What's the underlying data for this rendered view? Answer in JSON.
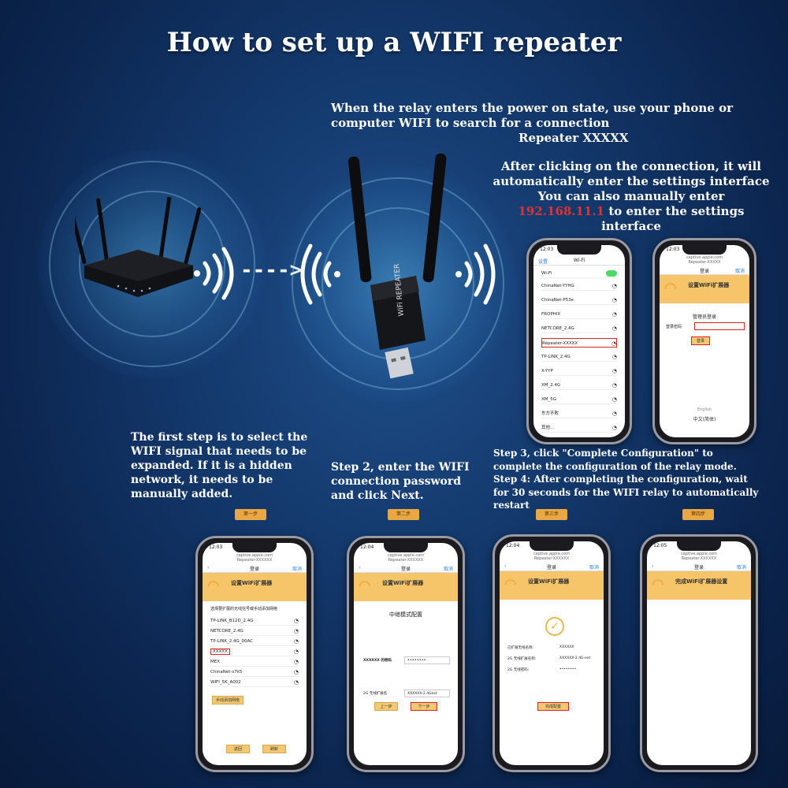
{
  "title": "How to set up a WIFI repeater",
  "intro": {
    "line1": "When the relay enters the power on state, use your phone or",
    "line2": "computer WIFI to search for a connection",
    "line3": "Repeater XXXXX",
    "line4": "After clicking on the connection, it will",
    "line5": "automatically enter the settings interface",
    "line6": "You can also manually enter",
    "ip": "192.168.11.1",
    "line7": " to enter the settings",
    "line8": "interface"
  },
  "arrow": "---->",
  "device_label": "WiFi REPEATER",
  "steps": {
    "step1": [
      "The first step is to select the",
      "WIFI signal that needs to be",
      "expanded. If it is a hidden",
      "network, it needs to be",
      "manually added."
    ],
    "step2": [
      "Step 2, enter the WIFI",
      "connection password",
      "and click Next."
    ],
    "step34": [
      "Step 3, click \"Complete Configuration\" to",
      "complete the configuration of the relay mode.",
      "Step 4: After completing the configuration, wait",
      "for 30 seconds for the WIFI relay to automatically",
      "restart"
    ]
  },
  "badges": [
    "第一步",
    "第二步",
    "第三步",
    "第四步"
  ],
  "phones": {
    "wifi_list": {
      "time": "12:03",
      "back": "设置",
      "nav": "Wi-Fi",
      "networks": [
        "ChinaNet-YYHG",
        "ChinaNet-P53e",
        "FROPHIX",
        "NETCORE_2.4G",
        "Repeater-XXXXX",
        "TP-LINK_2.4G",
        "X-YYP",
        "XM_2.4G",
        "XM_5G",
        "东方不败",
        "其他..."
      ]
    },
    "login": {
      "time": "12:03",
      "url": "captive.apple.com",
      "url2": "Repeater-XXXXX",
      "nav": "登录",
      "right": "取消",
      "banner_title": "设置WiFi扩展器",
      "heading": "管理员登录",
      "field": "登录密码",
      "btn": "登录",
      "lang1": "English",
      "lang2": "中文(简体)"
    },
    "step1": {
      "time": "12:03",
      "url": "captive.apple.com",
      "url2": "Repeater-XXXXXX",
      "nav": "登录",
      "right": "取消",
      "banner_title": "设置WiFi扩展器",
      "heading": "选择要扩展的无线信号或手动添加网络",
      "networks": [
        "TP-LINK_B12D_2.4G",
        "NETCORE_2.4G",
        "TP-LINK_2.4G_00AC",
        "XXXXX",
        "MEX",
        "ChinaNet-s7k5",
        "WIFI_5K_A002"
      ],
      "add_btn": "手动添加网络",
      "btn_left": "返回",
      "btn_right": "刷新"
    },
    "step2": {
      "time": "12:04",
      "url": "captive.apple.com",
      "url2": "Repeater-XXXXXX",
      "nav": "登录",
      "right": "取消",
      "banner_title": "设置WiFi扩展器",
      "heading": "中继模式配置",
      "ssid_label": "XXXXXX 的密码",
      "pwd_value": "••••••••",
      "ext_label": "2G 无线扩展名",
      "ext_value": "XXXXXX-2.4Gext",
      "btn_back": "上一步",
      "btn_next": "下一步"
    },
    "step3": {
      "time": "12:04",
      "url": "captive.apple.com",
      "url2": "Repeater-XXXXXX",
      "nav": "登录",
      "right": "取消",
      "banner_title": "设置WiFi扩展器",
      "row1_label": "已扩展无线名称:",
      "row1_value": "XXXXXX",
      "row2_label": "2G 无线扩展名称:",
      "row2_value": "XXXXXX-2.4G-ext",
      "row3_label": "2G 无线密码:",
      "row3_value": "••••••••",
      "btn": "完成配置"
    },
    "step4": {
      "time": "12:05",
      "url": "captive.apple.com",
      "url2": "Repeater-XXXXXX",
      "nav": "登录",
      "right": "取消",
      "banner_title": "完成WiFi扩展器设置"
    }
  },
  "colors": {
    "background": "#143a6e",
    "ip": "#e53030",
    "banner": "#f6c56a",
    "badge": "#e9a844"
  }
}
